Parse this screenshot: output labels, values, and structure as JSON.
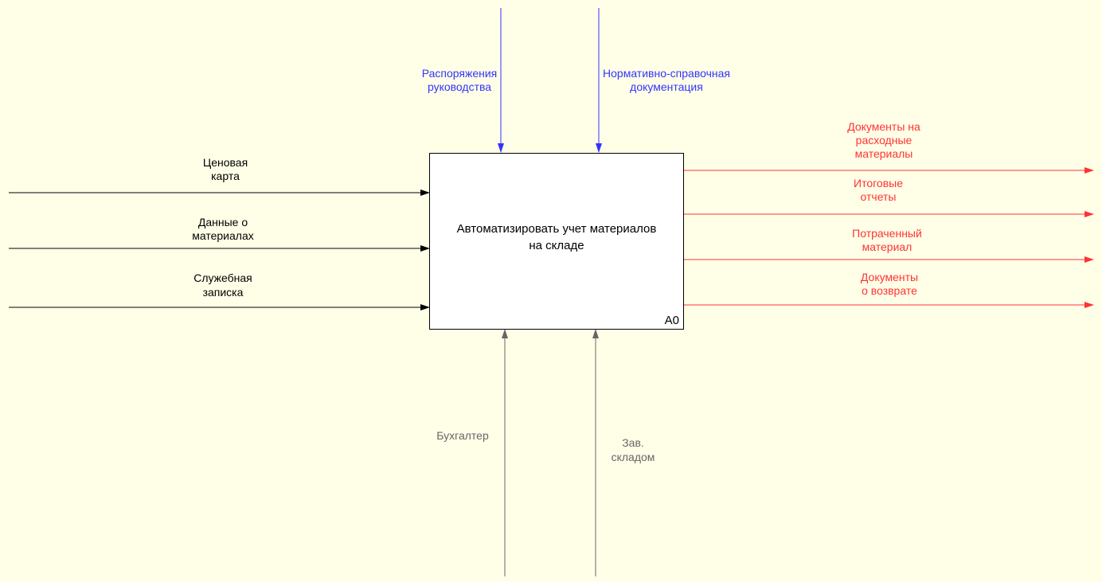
{
  "colors": {
    "background": "#ffffe8",
    "input": "#000000",
    "control": "#3333ff",
    "output": "#ff3333",
    "mechanism": "#666666"
  },
  "activity": {
    "title_line1": "Автоматизировать учет материалов",
    "title_line2": "на складе",
    "node": "A0"
  },
  "inputs": [
    {
      "line1": "Ценовая",
      "line2": "карта"
    },
    {
      "line1": "Данные о",
      "line2": "материалах"
    },
    {
      "line1": "Служебная",
      "line2": "записка"
    }
  ],
  "controls": [
    {
      "line1": "Распоряжения",
      "line2": "руководства"
    },
    {
      "line1": "Нормативно-справочная",
      "line2": "документация"
    }
  ],
  "outputs": [
    {
      "line1": "Документы на",
      "line2": "расходные",
      "line3": "материалы"
    },
    {
      "line1": "Итоговые",
      "line2": "отчеты"
    },
    {
      "line1": "Потраченный",
      "line2": "материал"
    },
    {
      "line1": "Документы",
      "line2": "о возврате"
    }
  ],
  "mechanisms": [
    {
      "line1": "Бухгалтер"
    },
    {
      "line1": "Зав.",
      "line2": "складом"
    }
  ]
}
